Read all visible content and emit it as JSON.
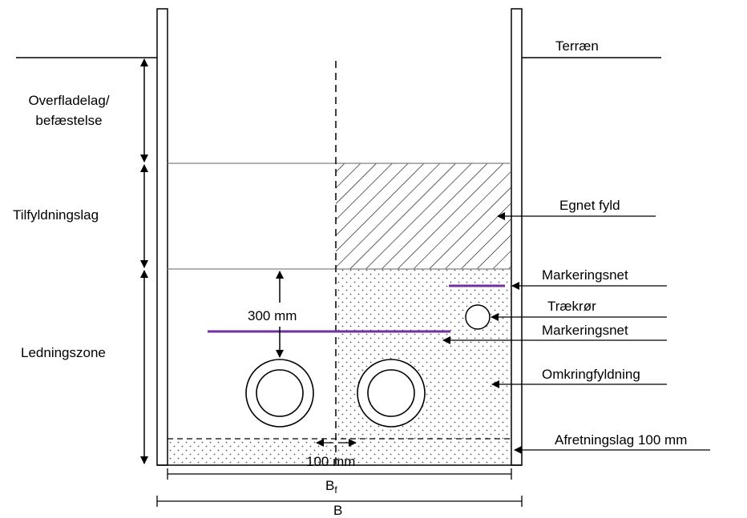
{
  "labels": {
    "terrain": "Terræn",
    "surface_1": "Overfladelag/",
    "surface_2": "befæstelse",
    "fill_layer": "Tilfyldningslag",
    "pipe_zone": "Ledningszone",
    "suitable_fill": "Egnet fyld",
    "marking_net_top": "Markeringsnet",
    "draw_pipe": "Trækrør",
    "marking_net_mid": "Markeringsnet",
    "surround_fill": "Omkringfyldning",
    "bedding": "Afretningslag 100 mm",
    "dim_300": "300 mm",
    "dim_100": "100 mm",
    "width_bf": "B",
    "width_bf_sub": "f",
    "width_b": "B"
  },
  "colors": {
    "line": "#000000",
    "layer_line": "#808080",
    "marking_net": "#7030a0"
  },
  "icons": {
    "arrow": "arrowhead"
  }
}
